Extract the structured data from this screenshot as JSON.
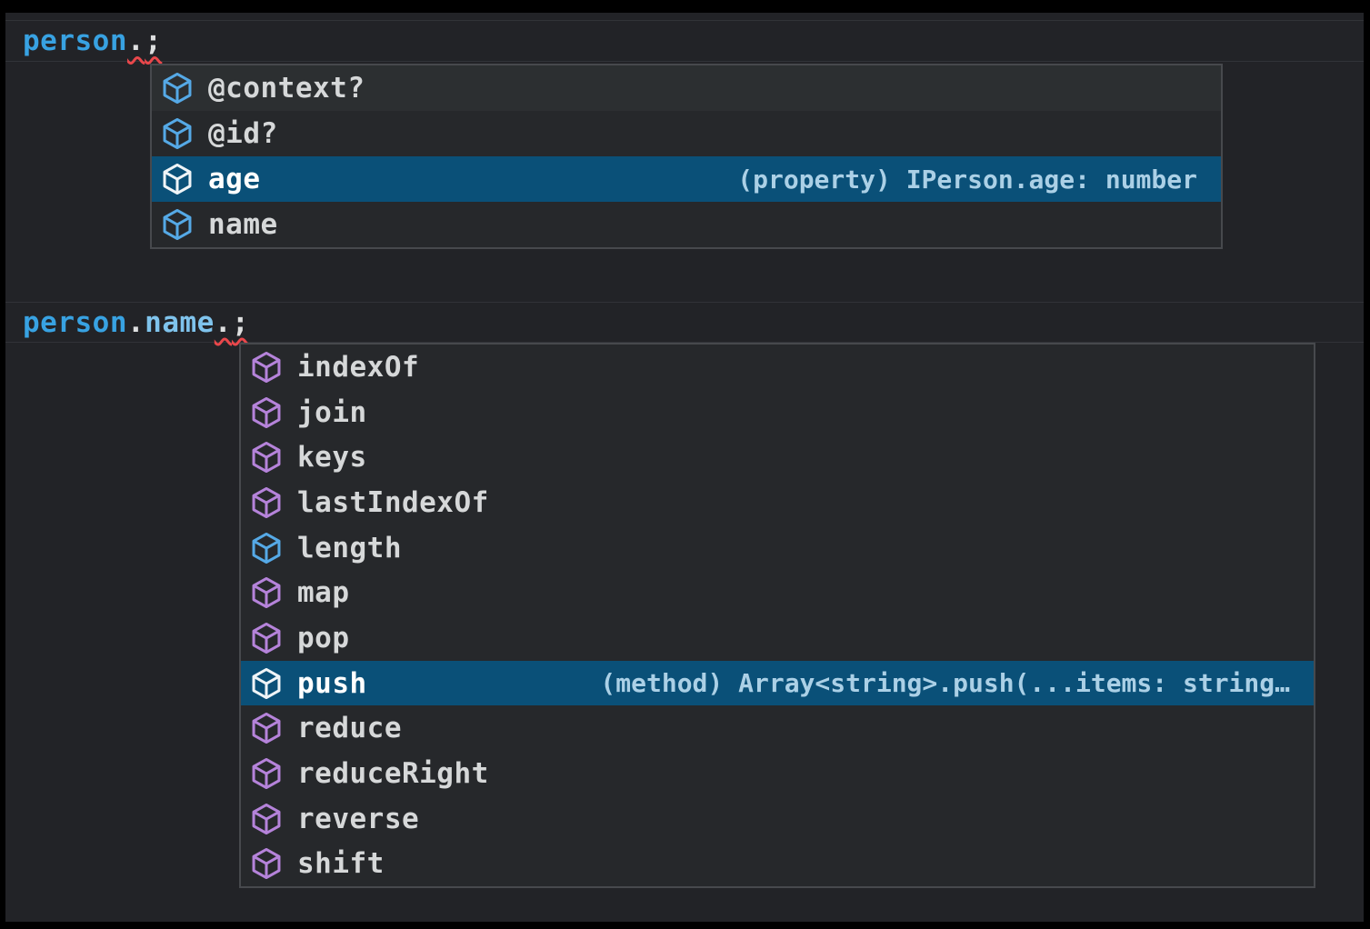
{
  "colors": {
    "editor_background": "#222327",
    "frame": "#000000",
    "suggest_background": "#26282b",
    "suggest_border": "#47494d",
    "selection_background": "#0a5078",
    "hover_background": "#2c2f31",
    "field_icon_blue": "#55a9e6",
    "method_icon_purple": "#b583da",
    "variable_blue": "#38a2e2",
    "property_blue": "#7fc3ec",
    "item_text": "#d6d8d9",
    "detail_text": "#abd0e6",
    "squiggle_red": "#e9474b"
  },
  "snippets": [
    {
      "code": [
        {
          "text": "person"
        },
        {
          "text": "."
        },
        {
          "text": ";"
        }
      ],
      "suggest": {
        "items": [
          {
            "label": "@context?",
            "kind": "field",
            "state": "hover"
          },
          {
            "label": "@id?",
            "kind": "field"
          },
          {
            "label": "age",
            "kind": "field",
            "state": "selected",
            "detail": "(property) IPerson.age: number"
          },
          {
            "label": "name",
            "kind": "field"
          }
        ]
      }
    },
    {
      "code": [
        {
          "text": "person"
        },
        {
          "text": "."
        },
        {
          "text": "name"
        },
        {
          "text": "."
        },
        {
          "text": ";"
        }
      ],
      "suggest": {
        "items": [
          {
            "label": "indexOf",
            "kind": "method"
          },
          {
            "label": "join",
            "kind": "method"
          },
          {
            "label": "keys",
            "kind": "method"
          },
          {
            "label": "lastIndexOf",
            "kind": "method"
          },
          {
            "label": "length",
            "kind": "field"
          },
          {
            "label": "map",
            "kind": "method"
          },
          {
            "label": "pop",
            "kind": "method"
          },
          {
            "label": "push",
            "kind": "method",
            "state": "selected",
            "detail": "(method) Array<string>.push(...items: string…"
          },
          {
            "label": "reduce",
            "kind": "method"
          },
          {
            "label": "reduceRight",
            "kind": "method"
          },
          {
            "label": "reverse",
            "kind": "method"
          },
          {
            "label": "shift",
            "kind": "method"
          }
        ]
      }
    }
  ]
}
